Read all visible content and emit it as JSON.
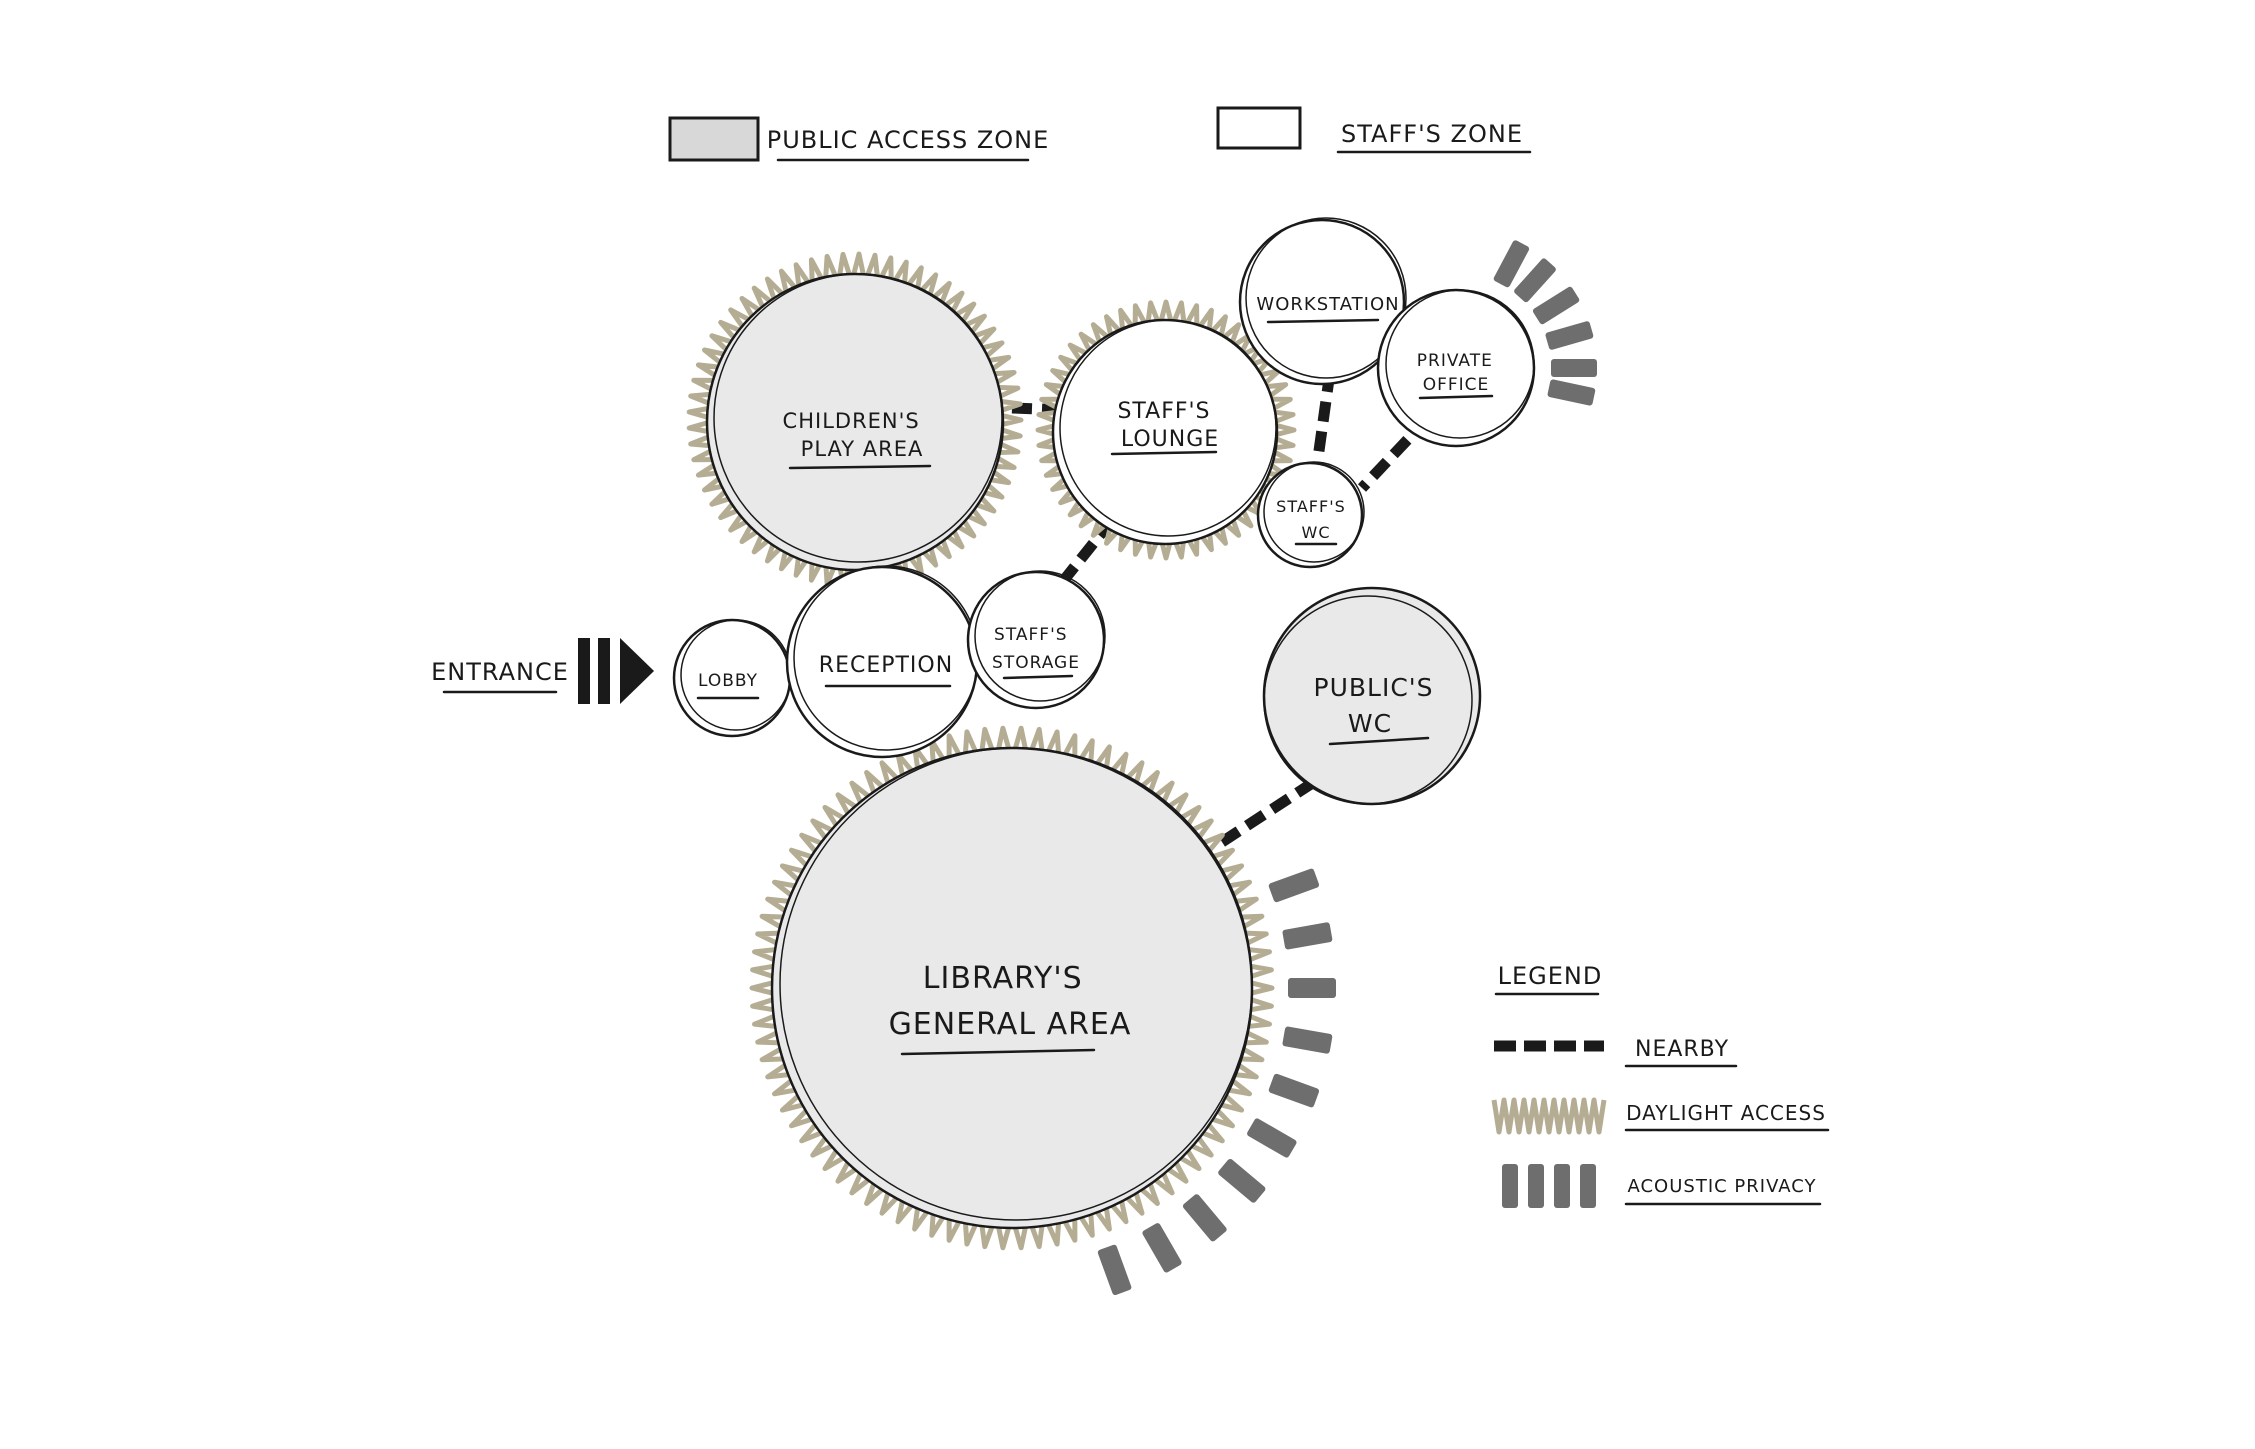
{
  "zone_legend": {
    "public": "PUBLIC ACCESS ZONE",
    "staff": "STAFF'S ZONE"
  },
  "spaces": {
    "childrens_play_area": [
      "CHILDREN'S",
      "PLAY AREA"
    ],
    "staffs_lounge": [
      "STAFF'S",
      "LOUNGE"
    ],
    "workstation": [
      "WORKSTATION"
    ],
    "private_office": [
      "PRIVATE",
      "OFFICE"
    ],
    "staffs_wc": [
      "STAFF'S",
      "WC"
    ],
    "lobby": [
      "LOBBY"
    ],
    "reception": [
      "RECEPTION"
    ],
    "staffs_storage": [
      "STAFF'S",
      "STORAGE"
    ],
    "publics_wc": [
      "PUBLIC'S",
      "WC"
    ],
    "librarys_general_area": [
      "LIBRARY'S",
      "GENERAL AREA"
    ]
  },
  "entrance": "ENTRANCE",
  "legend": {
    "title": "LEGEND",
    "nearby": "NEARBY",
    "daylight": "DAYLIGHT ACCESS",
    "acoustic": "ACOUSTIC PRIVACY"
  },
  "colors": {
    "public_fill": "#e9e9e9",
    "staff_fill": "#ffffff",
    "outline": "#1a1a1a",
    "daylight": "#b5ad93",
    "acoustic": "#6e6e6e",
    "nearby": "#1a1a1a"
  }
}
